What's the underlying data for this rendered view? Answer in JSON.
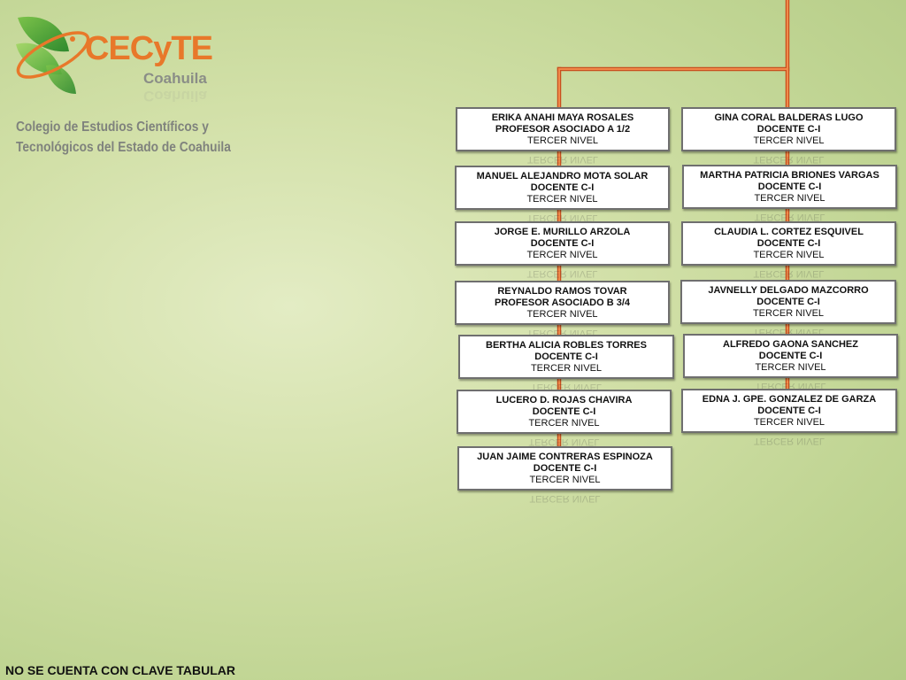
{
  "colors": {
    "brand": "#e8782a",
    "leaf_green": "#4fa83a",
    "connector": "#e8662a"
  },
  "logo": {
    "icon": "cecyte-leaf-orbit-icon",
    "brand": "CECyTE",
    "region": "Coahuila",
    "fullname_line1": "Colegio de Estudios Científicos y",
    "fullname_line2": "Tecnológicos del Estado de Coahuila"
  },
  "left_column": [
    {
      "name": "ERIKA ANAHI MAYA ROSALES",
      "role": "PROFESOR ASOCIADO A 1/2",
      "level": "TERCER NIVEL"
    },
    {
      "name": "MANUEL ALEJANDRO MOTA SOLAR",
      "role": "DOCENTE C-I",
      "level": "TERCER NIVEL"
    },
    {
      "name": "JORGE E. MURILLO ARZOLA",
      "role": "DOCENTE C-I",
      "level": "TERCER NIVEL"
    },
    {
      "name": "REYNALDO RAMOS TOVAR",
      "role": "PROFESOR ASOCIADO B 3/4",
      "level": "TERCER NIVEL"
    },
    {
      "name": "BERTHA ALICIA ROBLES TORRES",
      "role": "DOCENTE C-I",
      "level": "TERCER NIVEL"
    },
    {
      "name": "LUCERO D. ROJAS CHAVIRA",
      "role": "DOCENTE C-I",
      "level": "TERCER NIVEL"
    },
    {
      "name": "JUAN JAIME CONTRERAS ESPINOZA",
      "role": "DOCENTE C-I",
      "level": "TERCER NIVEL"
    }
  ],
  "right_column": [
    {
      "name": "GINA CORAL BALDERAS LUGO",
      "role": "DOCENTE C-I",
      "level": "TERCER NIVEL"
    },
    {
      "name": "MARTHA PATRICIA BRIONES VARGAS",
      "role": "DOCENTE C-I",
      "level": "TERCER NIVEL"
    },
    {
      "name": "CLAUDIA L. CORTEZ ESQUIVEL",
      "role": "DOCENTE C-I",
      "level": "TERCER NIVEL"
    },
    {
      "name": "JAVNELLY DELGADO MAZCORRO",
      "role": "DOCENTE C-I",
      "level": "TERCER NIVEL"
    },
    {
      "name": "ALFREDO GAONA SANCHEZ",
      "role": "DOCENTE C-I",
      "level": "TERCER NIVEL"
    },
    {
      "name": "EDNA J. GPE. GONZALEZ DE GARZA",
      "role": "DOCENTE C-I",
      "level": "TERCER NIVEL"
    }
  ],
  "footer": {
    "note": "NO SE CUENTA CON CLAVE TABULAR"
  }
}
